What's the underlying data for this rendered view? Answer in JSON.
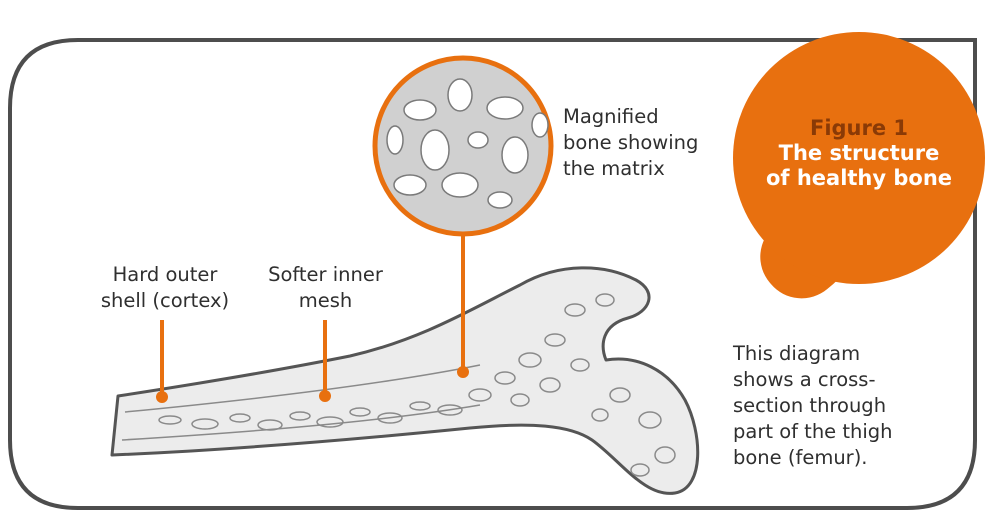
{
  "figure": {
    "number": "Figure 1",
    "title_line1": "The structure",
    "title_line2": "of healthy bone"
  },
  "labels": {
    "magnified": [
      "Magnified",
      "bone showing",
      "the matrix"
    ],
    "outer_shell": [
      "Hard outer",
      "shell (cortex)"
    ],
    "inner_mesh": [
      "Softer inner",
      "mesh"
    ],
    "caption": [
      "This diagram",
      "shows a cross-",
      "section through",
      "part of the thigh",
      "bone (femur)."
    ]
  },
  "colors": {
    "frame": "#4d4d4d",
    "accent": "#e8700f",
    "bone_fill": "#ececec",
    "bone_outline": "#555555",
    "matrix_fill": "#d0d0d0"
  }
}
